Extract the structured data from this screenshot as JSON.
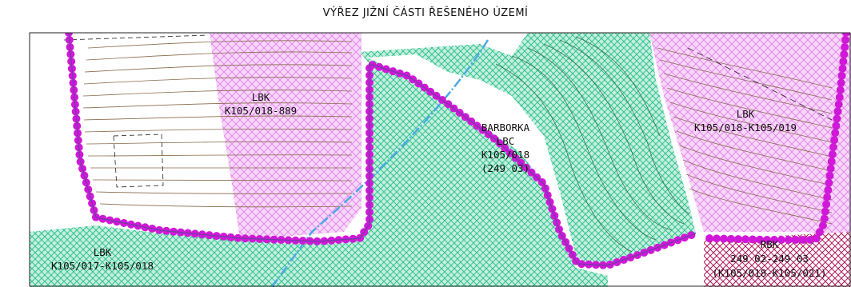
{
  "title": "VÝŘEZ JIŽNÍ ČÁSTI ŘEŠENÉHO ÚZEMÍ",
  "colors": {
    "pink_hatch": "#e07be8",
    "pink_fill": "#f6d7f8",
    "green_hatch": "#1fbf8a",
    "green_fill": "#c6eedd",
    "magenta_boundary": "#d018d8",
    "purple_boundary_line": "#6b3fa0",
    "contour": "#8a6a4a",
    "blue_path": "#4aa8e8",
    "dark_magenta": "#b0185a"
  },
  "labels": {
    "lbk_889_a": "LBK",
    "lbk_889_b": "K105/018-889",
    "lbk_019_a": "LBK",
    "lbk_019_b": "K105/018-K105/019",
    "lbk_017_a": "LBK",
    "lbk_017_b": "K105/017-K105/018",
    "barborka_a": "BARBORKA",
    "barborka_b": "LBC",
    "barborka_c": "K105/018",
    "barborka_d": "(249 03)",
    "rbk_a": "RBK",
    "rbk_b": "249 02-249 03",
    "rbk_c": "(K105/018-K105/021)"
  }
}
